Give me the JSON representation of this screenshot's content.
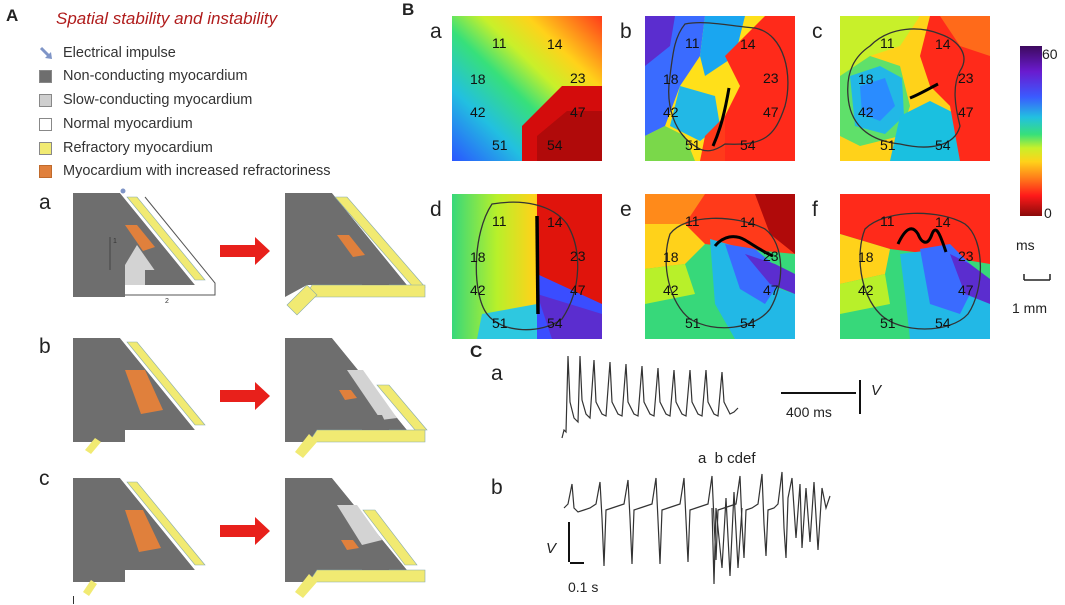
{
  "panel_A": {
    "letter": "A",
    "title": "Spatial stability and instability",
    "legend": [
      {
        "label": "Electrical impulse",
        "icon": "arrow-icon",
        "color": "#7f95c7"
      },
      {
        "label": "Non-conducting myocardium",
        "color": "#6e6e6e"
      },
      {
        "label": "Slow-conducting myocardium",
        "color": "#cfcfcf"
      },
      {
        "label": "Normal myocardium",
        "color": "#ffffff"
      },
      {
        "label": "Refractory myocardium",
        "color": "#f1ea72"
      },
      {
        "label": "Myocardium with increased refractoriness",
        "color": "#e0803c"
      }
    ],
    "rows": [
      "a",
      "b",
      "c"
    ],
    "path_labels": [
      "1",
      "2"
    ]
  },
  "panel_B": {
    "letter": "B",
    "maps": [
      "a",
      "b",
      "c",
      "d",
      "e",
      "f"
    ],
    "site_labels": [
      "11",
      "14",
      "18",
      "23",
      "42",
      "47",
      "51",
      "54"
    ],
    "colorbar": {
      "max": "60",
      "min": "0",
      "unit": "ms"
    },
    "scale_bar": "1 mm"
  },
  "panel_C": {
    "letter": "C",
    "traces": [
      "a",
      "b"
    ],
    "time_scale_a": "400 ms",
    "voltage_label": "V",
    "marker_text": "a  b cdef",
    "time_scale_b": "0.1 s"
  }
}
